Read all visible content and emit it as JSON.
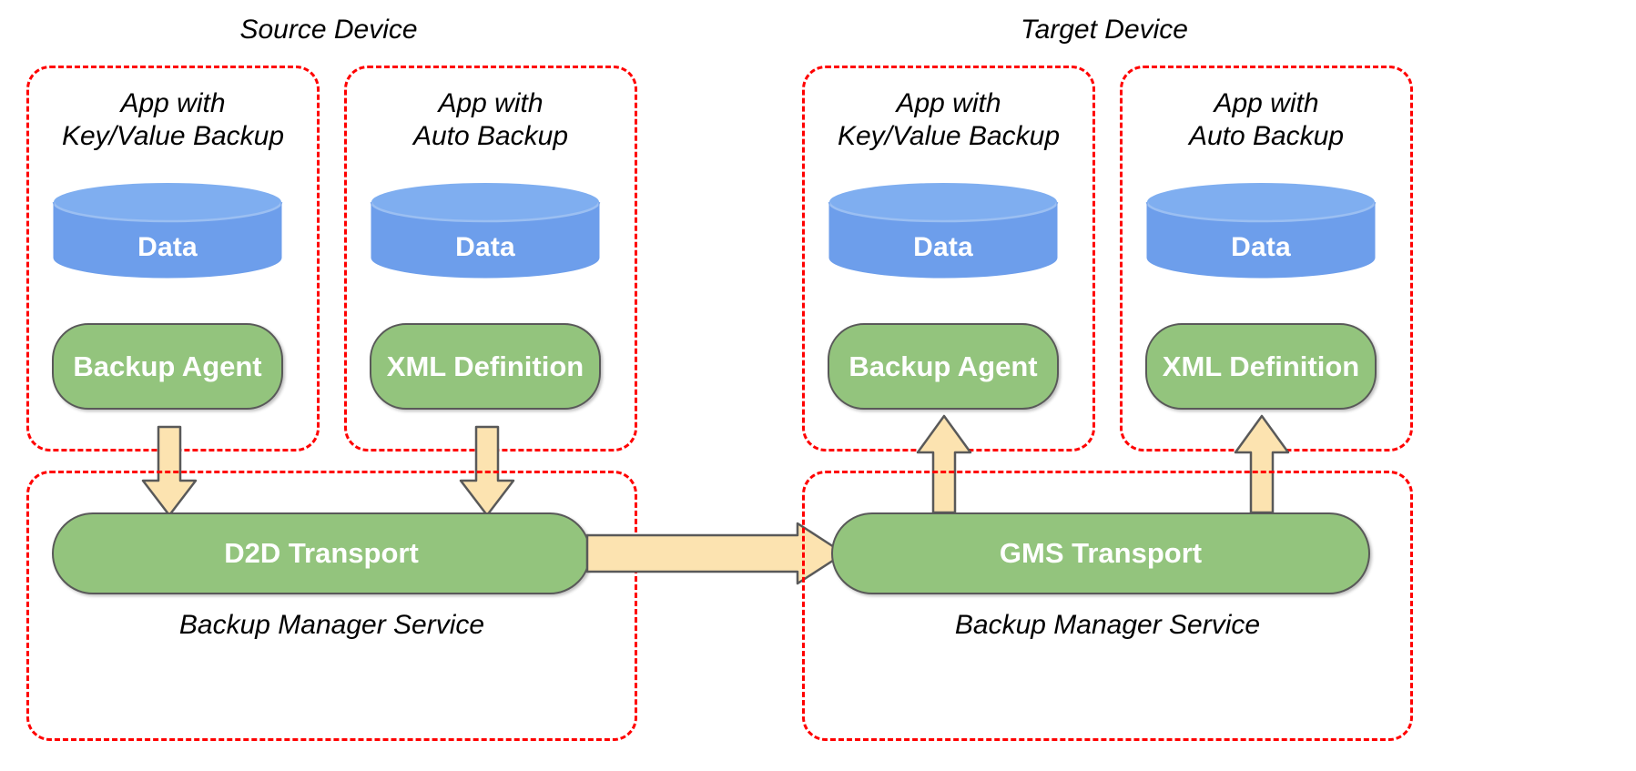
{
  "diagram": {
    "title_source": "Source Device",
    "title_target": "Target Device",
    "colors": {
      "data_cylinder": "#6D9EEB",
      "cylinder_top": "#7FAEF0",
      "component_green": "#93C47D",
      "arrow_fill": "#FCE3B0",
      "arrow_stroke": "#595959",
      "dashed_border": "#FF0000",
      "text_dark": "#000000",
      "text_light": "#FFFFFF",
      "background": "#FFFFFF"
    }
  },
  "source_device": {
    "label": "Source Device",
    "apps": [
      {
        "caption": "App with\nKey/Value Backup",
        "data_label": "Data",
        "component_label": "Backup Agent",
        "arrow_direction": "down"
      },
      {
        "caption": "App with\nAuto Backup",
        "data_label": "Data",
        "component_label": "XML Definition",
        "arrow_direction": "down"
      }
    ],
    "service": {
      "transport_label": "D2D Transport",
      "caption": "Backup Manager Service"
    }
  },
  "target_device": {
    "label": "Target Device",
    "apps": [
      {
        "caption": "App with\nKey/Value Backup",
        "data_label": "Data",
        "component_label": "Backup Agent",
        "arrow_direction": "up"
      },
      {
        "caption": "App with\nAuto Backup",
        "data_label": "Data",
        "component_label": "XML Definition",
        "arrow_direction": "up"
      }
    ],
    "service": {
      "transport_label": "GMS Transport",
      "caption": "Backup Manager Service"
    }
  },
  "transfer_arrow": {
    "direction": "right",
    "from": "D2D Transport",
    "to": "GMS Transport"
  }
}
